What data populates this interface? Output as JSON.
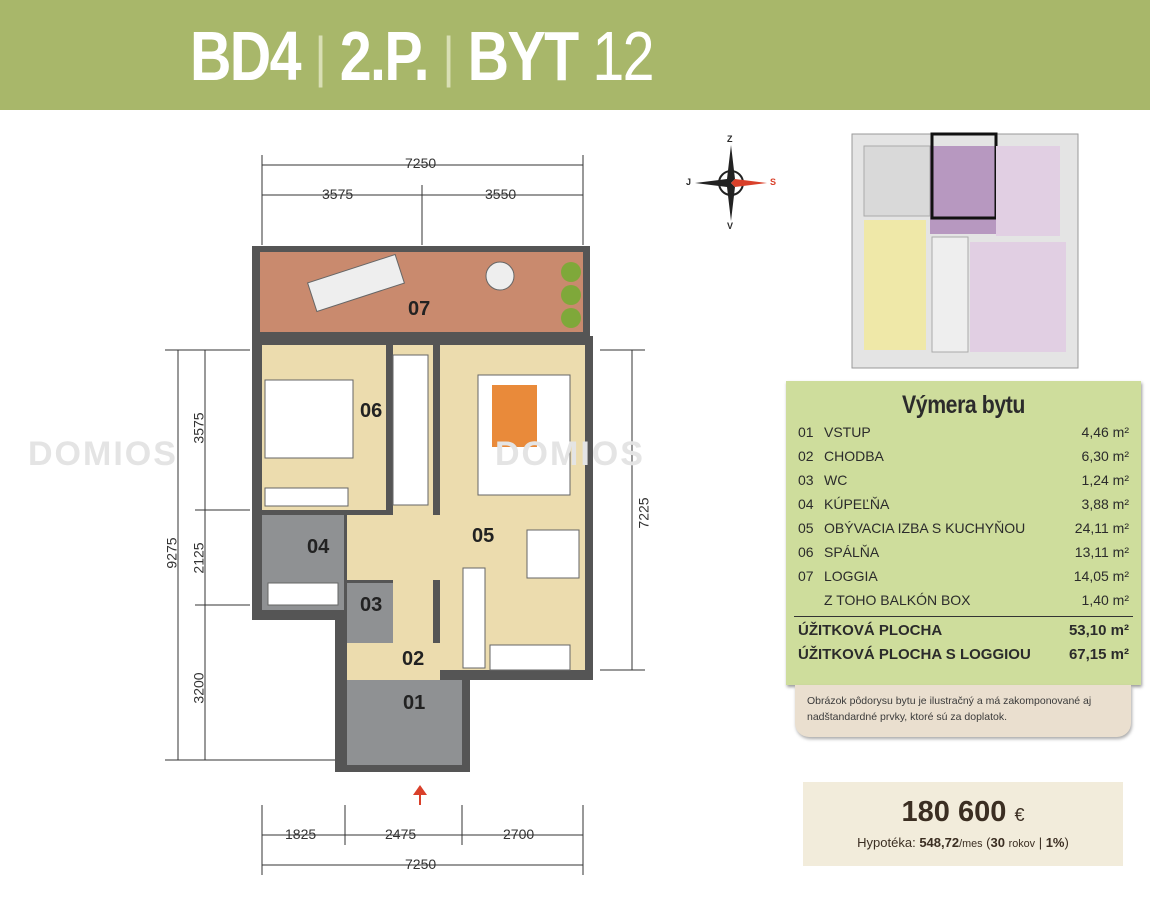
{
  "header": {
    "building": "BD4",
    "floor": "2.P.",
    "unit_label": "BYT",
    "unit_number": "12"
  },
  "compass": {
    "north": "Z",
    "south": "V",
    "west": "J",
    "east": "S"
  },
  "watermark": "DOMIOS",
  "dimensions": {
    "top_total": "7250",
    "top_left": "3575",
    "top_right": "3550",
    "left_total": "9275",
    "left_top": "3575",
    "left_mid": "2125",
    "left_bottom": "3200",
    "right": "7225",
    "bottom_left": "1825",
    "bottom_mid": "2475",
    "bottom_right": "2700",
    "bottom_total": "7250"
  },
  "rooms": [
    "01",
    "02",
    "03",
    "04",
    "05",
    "06",
    "07"
  ],
  "area_table": {
    "title": "Výmera bytu",
    "rows": [
      {
        "num": "01",
        "name": "VSTUP",
        "area": "4,46 m²"
      },
      {
        "num": "02",
        "name": "CHODBA",
        "area": "6,30 m²"
      },
      {
        "num": "03",
        "name": "WC",
        "area": "1,24 m²"
      },
      {
        "num": "04",
        "name": "KÚPEĽŇA",
        "area": "3,88 m²"
      },
      {
        "num": "05",
        "name": "OBÝVACIA IZBA S KUCHYŇOU",
        "area": "24,11 m²"
      },
      {
        "num": "06",
        "name": "SPÁLŇA",
        "area": "13,11 m²"
      },
      {
        "num": "07",
        "name": "LOGGIA",
        "area": "14,05 m²"
      },
      {
        "num": "",
        "name": "Z TOHO BALKÓN BOX",
        "area": "1,40 m²"
      }
    ],
    "total_label": "ÚŽITKOVÁ PLOCHA",
    "total": "53,10 m²",
    "total_loggia_label": "ÚŽITKOVÁ PLOCHA S LOGGIOU",
    "total_loggia": "67,15 m²"
  },
  "note": "Obrázok pôdorysu bytu je ilustračný a má zakomponované aj nadštandardné prvky, ktoré sú za doplatok.",
  "price": {
    "amount": "180 600",
    "currency": "€",
    "mortgage_label": "Hypotéka:",
    "monthly": "548,72",
    "per": "/mes",
    "years": "30",
    "years_label": "rokov",
    "rate": "1%"
  },
  "colors": {
    "header": "#a8b76a",
    "table": "#cedd9c",
    "loggia": "#c98a6e",
    "floor": "#e8d8a8",
    "tile": "#8f9193"
  }
}
